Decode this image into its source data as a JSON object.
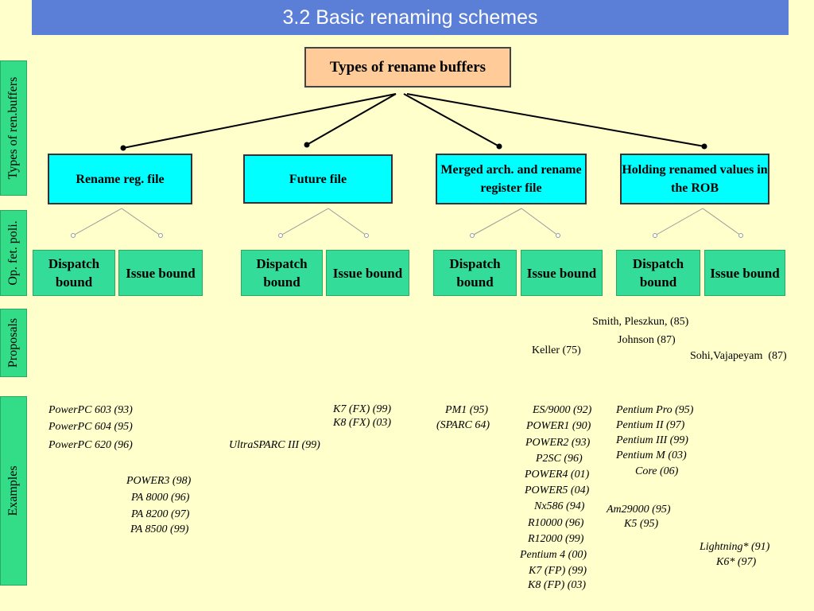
{
  "title": "3.2 Basic renaming schemes",
  "sidebar": {
    "types": "Types of ren.buffers",
    "policy": "Op. fet. poli.",
    "proposals": "Proposals",
    "examples": "Examples"
  },
  "root": "Types of rename buffers",
  "categories": [
    {
      "label": "Rename reg. file"
    },
    {
      "label": "Future file"
    },
    {
      "label": "Merged arch. and rename register file"
    },
    {
      "label": "Holding renamed values in the ROB"
    }
  ],
  "leaves": {
    "dispatch": "Dispatch bound",
    "issue": "Issue bound"
  },
  "proposals": [
    "Smith, Pleszkun, (85)",
    "Johnson (87)",
    "Keller (75)",
    "Sohi,Vajapeyam  (87)"
  ],
  "examples": {
    "rename_dispatch": [
      "PowerPC 603 (93)",
      "PowerPC 604 (95)",
      "PowerPC 620 (96)"
    ],
    "rename_issue": [
      "POWER3 (98)",
      "PA 8000 (96)",
      "PA 8200 (97)",
      "PA 8500 (99)"
    ],
    "future_issue": [
      "K7 (FX) (99)",
      "K8 (FX) (03)"
    ],
    "future_dispatch": [
      "UltraSPARC III (99)"
    ],
    "merged_dispatch": [
      "PM1 (95)",
      "(SPARC 64)"
    ],
    "merged_issue": [
      "ES/9000 (92)",
      "POWER1 (90)",
      "POWER2 (93)",
      "P2SC (96)",
      "POWER4 (01)",
      "POWER5 (04)",
      "Nx586 (94)",
      "R10000 (96)",
      "R12000 (99)",
      "Pentium 4 (00)",
      "K7 (FP) (99)",
      "K8 (FP) (03)"
    ],
    "rob_dispatch": [
      "Pentium Pro (95)",
      "Pentium II (97)",
      "Pentium III (99)",
      "Pentium M (03)",
      "Core (06)"
    ],
    "rob_issue_a": [
      "Am29000 (95)",
      "K5 (95)"
    ],
    "rob_issue_b": [
      "Lightning* (91)",
      "K6* (97)"
    ]
  }
}
